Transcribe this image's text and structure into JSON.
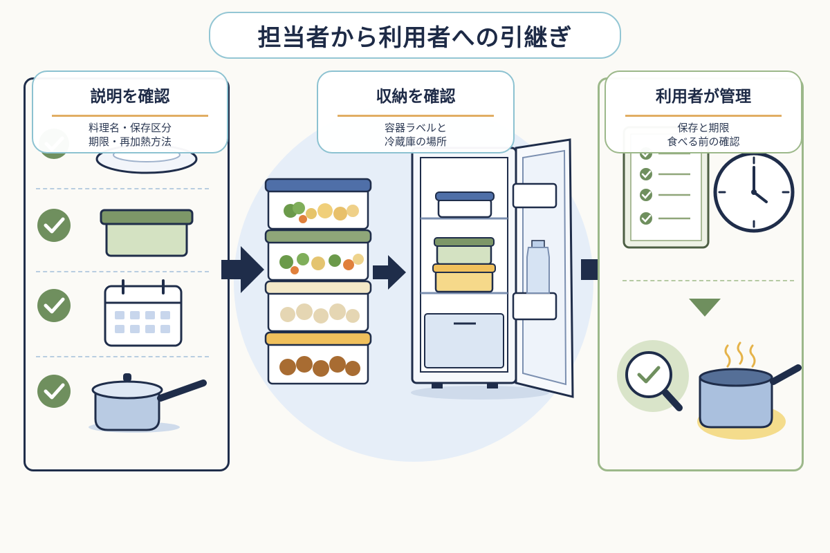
{
  "title": "担当者から利用者への引継ぎ",
  "steps": [
    {
      "heading": "説明を確認",
      "lines": [
        "料理名・保存区分",
        "期限・再加熱方法"
      ]
    },
    {
      "heading": "収納を確認",
      "lines": [
        "容器ラベルと",
        "冷蔵庫の場所"
      ]
    },
    {
      "heading": "利用者が管理",
      "lines": [
        "保存と期限",
        "食べる前の確認"
      ]
    }
  ],
  "colors": {
    "navy": "#1f2d4a",
    "accent_blue": "#93c6d4",
    "accent_green": "#9cb88a",
    "check_green": "#6f8f5e",
    "rule_orange": "#e1ad63"
  },
  "icons": {
    "left_panel": [
      "plate-icon",
      "container-icon",
      "calendar-icon",
      "saucepan-icon"
    ],
    "middle": [
      "stacked-containers-icon",
      "refrigerator-icon"
    ],
    "right_panel": [
      "checklist-icon",
      "clock-icon",
      "magnifier-check-icon",
      "steaming-pot-icon"
    ]
  }
}
